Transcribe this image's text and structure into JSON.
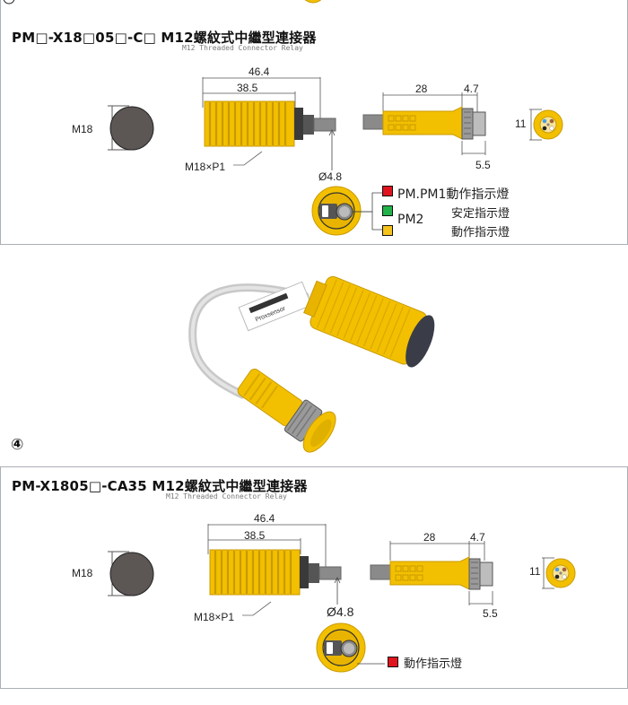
{
  "top_panel": {
    "title": "PM□-X18□05□-C□  M12螺紋式中繼型連接器",
    "subtitle": "M12 Threaded Connector Relay",
    "dim_total": "46.4",
    "dim_body": "38.5",
    "label_m18": "M18",
    "label_thread": "M18×P1",
    "label_cable": "Ø4.8",
    "dim_connector": "28",
    "dim_nut": "4.7",
    "dim_pitch": "5.5",
    "dim_face": "11",
    "led_red_label": "PM.PM1動作指示燈",
    "led_green_label": "安定指示燈",
    "led_pm2_label": "PM2",
    "led_yellow_label": "動作指示燈"
  },
  "photo": {
    "section_number": "④",
    "label_brand": "Proxsensor"
  },
  "bottom_panel": {
    "title": "PM-X1805□-CA35  M12螺紋式中繼型連接器",
    "subtitle": "M12 Threaded Connector Relay",
    "dim_total": "46.4",
    "dim_body": "38.5",
    "label_m18": "M18",
    "label_thread": "M18×P1",
    "label_cable": "Ø4.8",
    "dim_connector": "28",
    "dim_nut": "4.7",
    "dim_pitch": "5.5",
    "dim_face": "11",
    "led_red_label": "動作指示燈"
  },
  "colors": {
    "sensor_yellow": "#f2c000",
    "sensor_yellow_dark": "#c99a00",
    "disc_gray": "#5c5655",
    "led_red": "#e0141e",
    "led_green": "#22b24a",
    "led_yellow": "#f4c21a"
  }
}
